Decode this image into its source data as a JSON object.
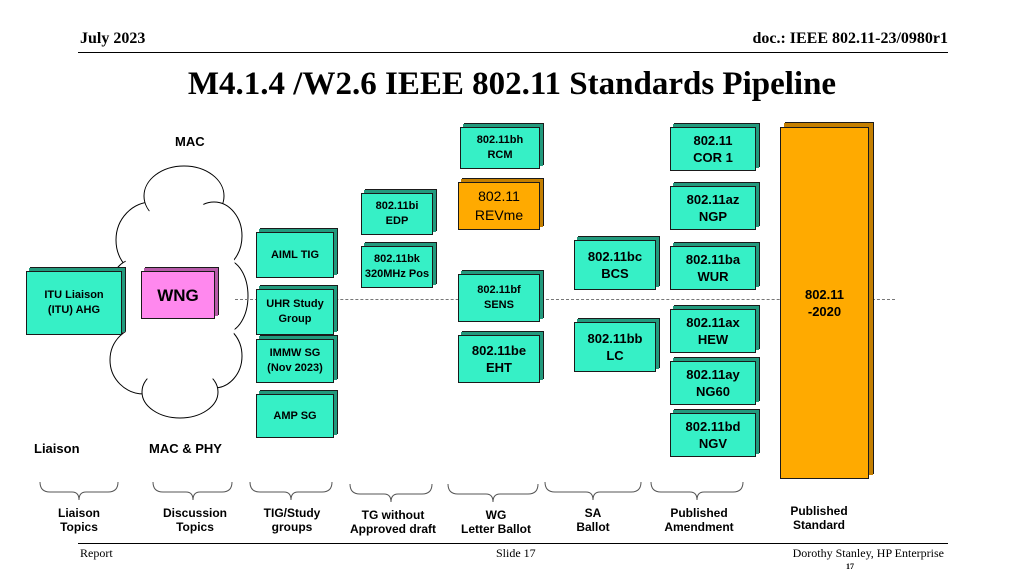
{
  "header": {
    "date": "July 2023",
    "doc": "doc.: IEEE 802.11-23/0980r1"
  },
  "title": "M4.1.4 /W2.6 IEEE 802.11 Standards Pipeline",
  "labels": {
    "mac": "MAC",
    "liaison": "Liaison",
    "mac_phy": "MAC & PHY"
  },
  "boxes": {
    "itu": "ITU Liaison\n(ITU) AHG",
    "wng": "WNG",
    "aiml": "AIML TIG",
    "uhr": "UHR Study\nGroup",
    "immw": "IMMW SG\n(Nov 2023)",
    "amp": "AMP SG",
    "bi": "802.11bi\nEDP",
    "bk": "802.11bk\n320MHz Pos",
    "bh": "802.11bh\nRCM",
    "revme": "802.11\nREVme",
    "bf": "802.11bf\nSENS",
    "be": "802.11be\nEHT",
    "bc": "802.11bc\nBCS",
    "bb": "802.11bb\nLC",
    "cor1": "802.11\nCOR 1",
    "az": "802.11az\nNGP",
    "ba": "802.11ba\nWUR",
    "ax": "802.11ax\nHEW",
    "ay": "802.11ay\nNG60",
    "bd": "802.11bd\nNGV",
    "std2020": "802.11\n-2020"
  },
  "categories": {
    "liaison": "Liaison\nTopics",
    "discussion": "Discussion\nTopics",
    "tig": "TIG/Study\ngroups",
    "tg": "TG without\nApproved draft",
    "wg": "WG\nLetter Ballot",
    "sa": "SA\nBallot",
    "amend": "Published\nAmendment",
    "standard": "Published\nStandard"
  },
  "footer": {
    "left": "Report",
    "center": "Slide 17",
    "right": "Dorothy Stanley, HP Enterprise",
    "page": "17"
  },
  "colors": {
    "green": "#36f0c6",
    "orange": "#ffaa00",
    "pink": "#ff88ee"
  },
  "icons": {
    "cloud": "cloud-icon",
    "brace": "brace-icon"
  }
}
